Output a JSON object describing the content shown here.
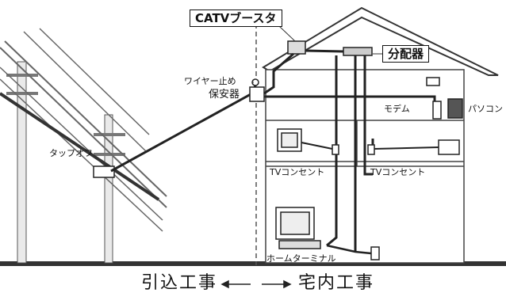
{
  "labels": {
    "catv_booster": "CATVブースタ",
    "distributor": "分配器",
    "wire_stopper": "ワイヤー止め",
    "protector": "保安器",
    "modem": "モデム",
    "pc": "パソコン",
    "tap_off": "タップオフ",
    "tv_outlet_1": "TVコンセント",
    "tv_outlet_2": "TVコンセント",
    "home_terminal": "ホームターミナル"
  },
  "sections": {
    "left": "引込工事",
    "right": "宅内工事"
  }
}
